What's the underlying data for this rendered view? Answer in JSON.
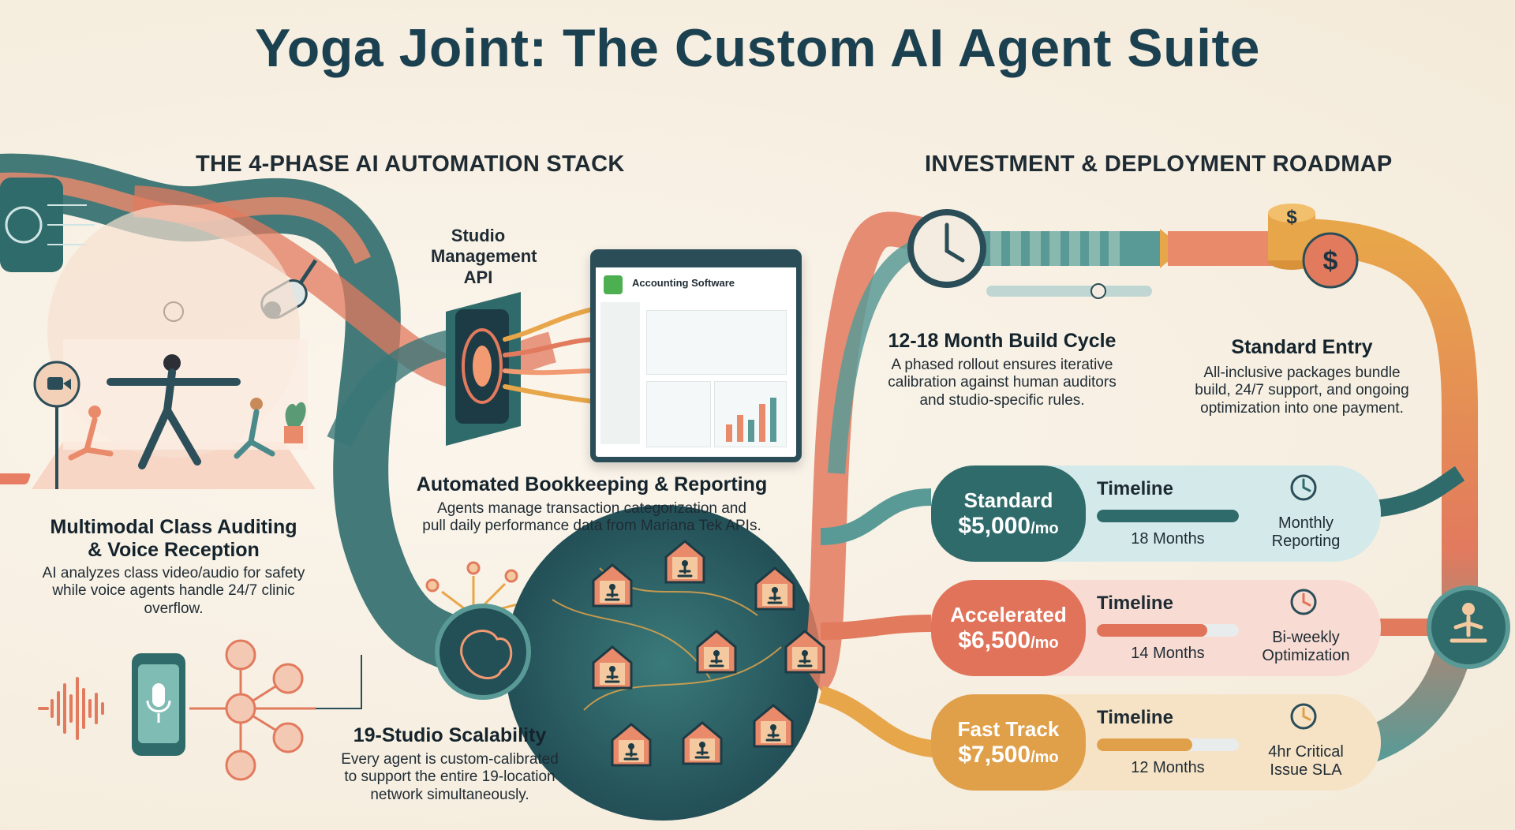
{
  "title": "Yoga Joint: The Custom AI Agent Suite",
  "sections": {
    "left": "THE 4-PHASE AI AUTOMATION STACK",
    "right": "INVESTMENT & DEPLOYMENT ROADMAP"
  },
  "phases": {
    "api_label": "Studio\nManagement\nAPI",
    "window_title": "Accounting Software",
    "auditing": {
      "title": "Multimodal Class Auditing\n& Voice Reception",
      "desc": "AI analyzes class video/audio for safety\nwhile voice agents handle 24/7 clinic\noverflow."
    },
    "bookkeeping": {
      "title": "Automated Bookkeeping & Reporting",
      "desc": "Agents manage transaction categorization and\npull daily performance data from Mariana Tek APIs."
    },
    "scalability": {
      "title": "19-Studio Scalability",
      "desc": "Every agent is custom-calibrated\nto support the entire 19-location\nnetwork simultaneously."
    }
  },
  "roadmap": {
    "build": {
      "title": "12-18 Month Build Cycle",
      "desc": "A phased rollout ensures iterative\ncalibration against human auditors\nand studio-specific rules."
    },
    "entry": {
      "title": "Standard Entry",
      "desc": "All-inclusive packages bundle\nbuild, 24/7 support, and ongoing\noptimization into one payment."
    }
  },
  "tiers": [
    {
      "name": "Standard",
      "price": "$5,000",
      "unit": "/mo",
      "timeline_label": "Timeline",
      "timeline": "18 Months",
      "timeline_fill": 1.0,
      "feature": "Monthly\nReporting",
      "color": "#2f6b6b",
      "row_color": "#d4eaea",
      "feature_icon": "report-magnifier-icon"
    },
    {
      "name": "Accelerated",
      "price": "$6,500",
      "unit": "/mo",
      "timeline_label": "Timeline",
      "timeline": "14 Months",
      "timeline_fill": 0.78,
      "feature": "Bi-weekly\nOptimization",
      "color": "#e0735a",
      "row_color": "#f8dcd3",
      "feature_icon": "gear-rocket-icon"
    },
    {
      "name": "Fast Track",
      "price": "$7,500",
      "unit": "/mo",
      "timeline_label": "Timeline",
      "timeline": "12 Months",
      "timeline_fill": 0.67,
      "feature": "4hr Critical\nIssue SLA",
      "color": "#e0a04a",
      "row_color": "#f6e3c6",
      "feature_icon": "stopwatch-icon"
    }
  ]
}
